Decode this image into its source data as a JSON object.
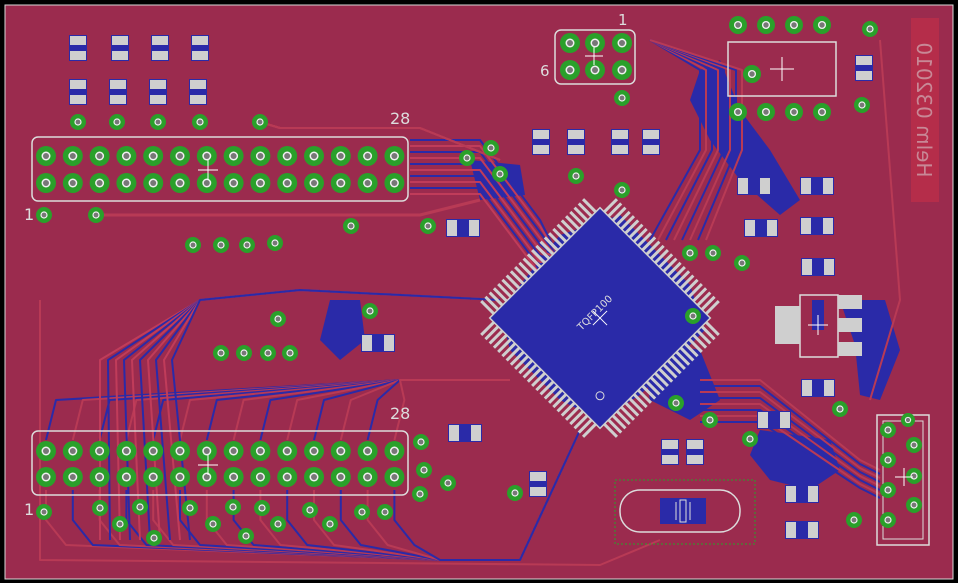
{
  "board": {
    "mirrored_label": "Helm 032010",
    "pin_labels": {
      "top_header_28": "28",
      "top_header_1": "1",
      "bottom_header_28": "28",
      "bottom_header_1": "1",
      "jtag_1": "1",
      "jtag_6": "6"
    },
    "chip_label": "TQFP100",
    "colors": {
      "board": "#9b2b4e",
      "copper_bottom": "#2a2aa8",
      "copper_top": "#b02a48",
      "pad": "#2aa02a",
      "silk": "#dcdcdc",
      "background": "#000000"
    }
  }
}
